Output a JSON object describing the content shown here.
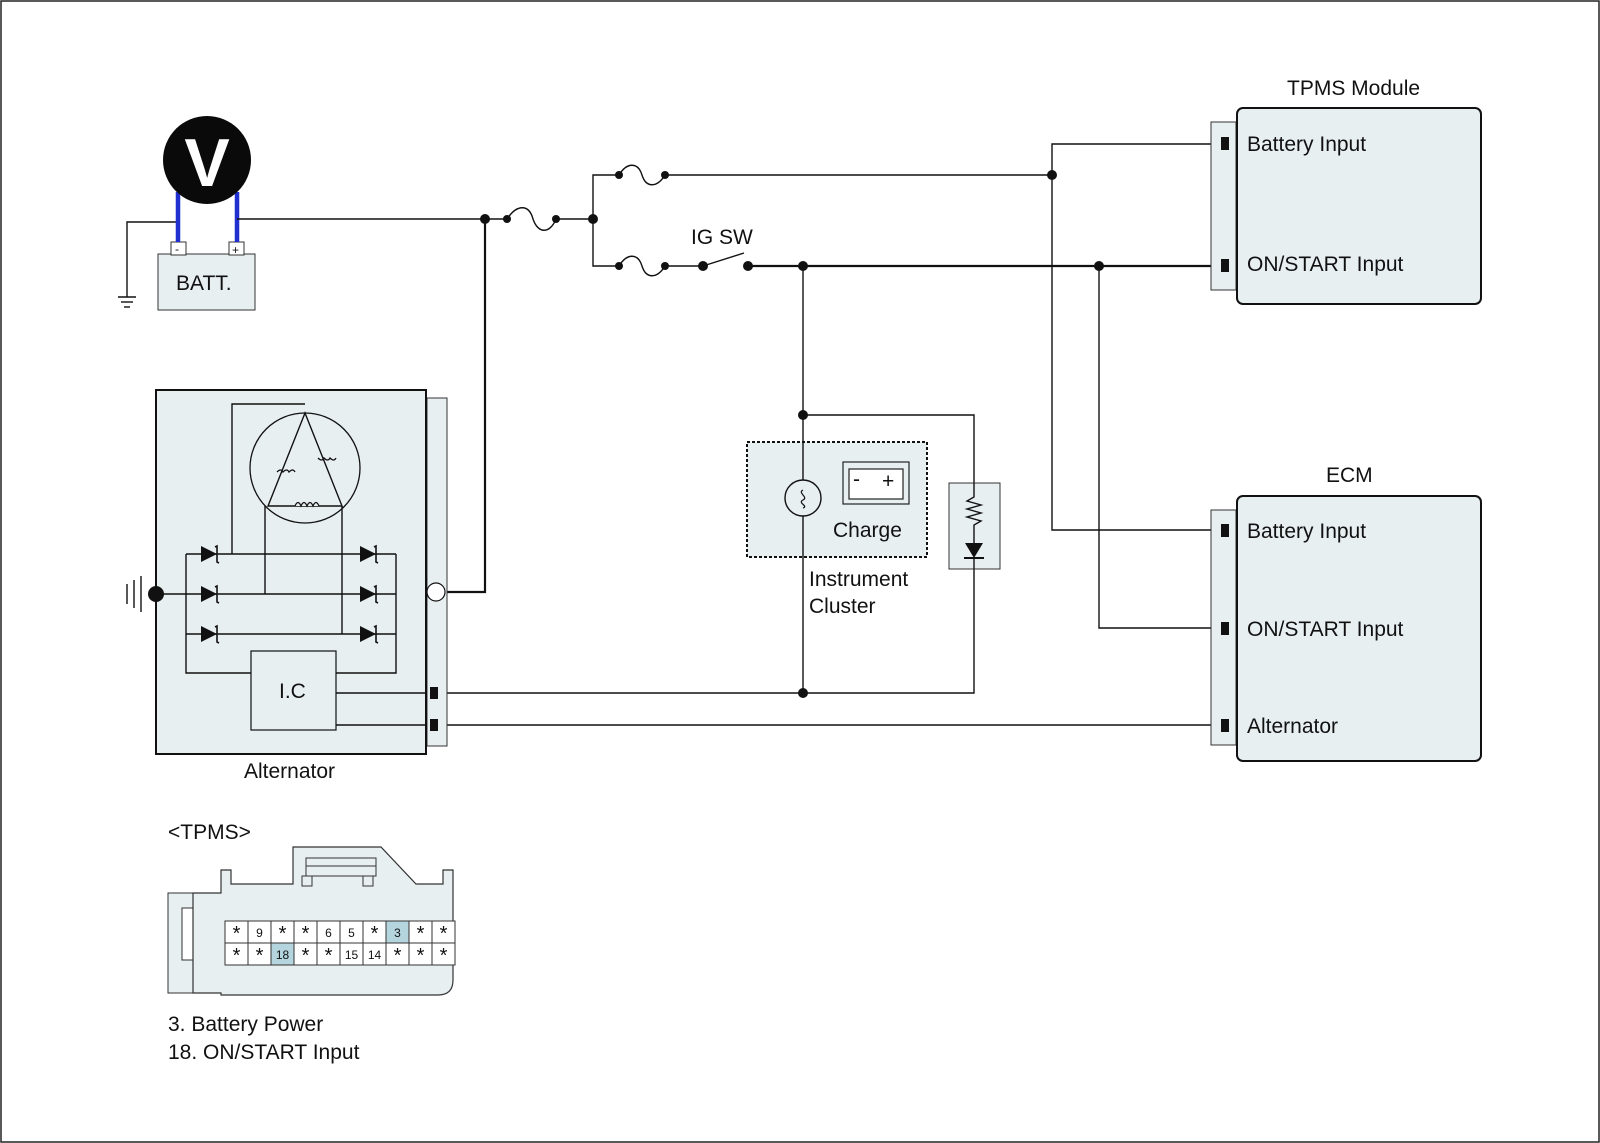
{
  "labels": {
    "battery": "BATT.",
    "voltmeter": "V",
    "batt_neg": "-",
    "batt_pos": "+",
    "ig_sw": "IG SW",
    "tpms_module": "TPMS Module",
    "ecm": "ECM",
    "alternator": "Alternator",
    "ic": "I.C",
    "charge": "Charge",
    "instrument_cluster_1": "Instrument",
    "instrument_cluster_2": "Cluster",
    "charge_icon_minus": "-",
    "charge_icon_plus": "+"
  },
  "tpms_pins": {
    "battery_input": "Battery Input",
    "on_start_input": "ON/START Input"
  },
  "ecm_pins": {
    "battery_input": "Battery Input",
    "on_start_input": "ON/START Input",
    "alternator": "Alternator"
  },
  "connector": {
    "title": "<TPMS>",
    "row1": [
      "*",
      "9",
      "*",
      "*",
      "6",
      "5",
      "*",
      "3",
      "*",
      "*"
    ],
    "row2": [
      "*",
      "*",
      "18",
      "*",
      "*",
      "15",
      "14",
      "*",
      "*",
      "*"
    ],
    "highlight_color": "#b4d4de",
    "legend": [
      "3. Battery Power",
      "18. ON/START Input"
    ]
  },
  "colors": {
    "module_fill": "#e8eff1",
    "voltmeter_leads": "#1f2fd0"
  }
}
